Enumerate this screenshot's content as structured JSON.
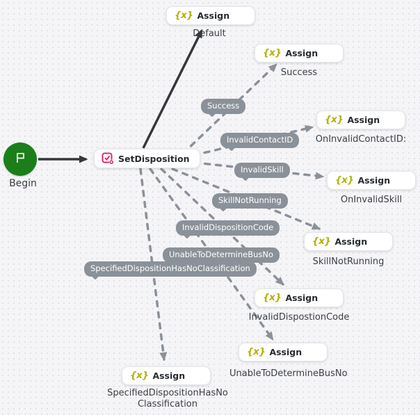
{
  "diagram": {
    "begin": {
      "label": "Begin"
    },
    "set_disposition": {
      "label": "SetDisposition"
    },
    "assign_icon_glyph": "{x}",
    "assigns": [
      {
        "title": "Assign",
        "caption": "Default"
      },
      {
        "title": "Assign",
        "caption": "Success"
      },
      {
        "title": "Assign",
        "caption": "OnInvalidContactID:"
      },
      {
        "title": "Assign",
        "caption": "OnInvalidSkill"
      },
      {
        "title": "Assign",
        "caption": "SkillNotRunning"
      },
      {
        "title": "Assign",
        "caption": "InvalidDispostionCode"
      },
      {
        "title": "Assign",
        "caption": "UnableToDetermineBusNo"
      },
      {
        "title": "Assign",
        "caption": "SpecifiedDispositionHasNoClassification"
      }
    ],
    "connector_labels": [
      "Success",
      "InvalidContactID",
      "InvalidSkill",
      "SkillNotRunning",
      "InvalidDispositionCode",
      "UnableToDetermineBusNo",
      "SpecifiedDispositionHasNoClassification"
    ],
    "icons": {
      "begin": "flag-icon",
      "set_disposition": "task-check-icon",
      "assign": "variable-braces-icon"
    },
    "colors": {
      "begin_green": "#1b7e1b",
      "assign_yellow": "#b3b100",
      "set_disposition_pink": "#e3256f",
      "connector_gray": "#8b9198",
      "solid_arrow": "#34383c",
      "canvas_bg": "#f5f5f7"
    }
  }
}
